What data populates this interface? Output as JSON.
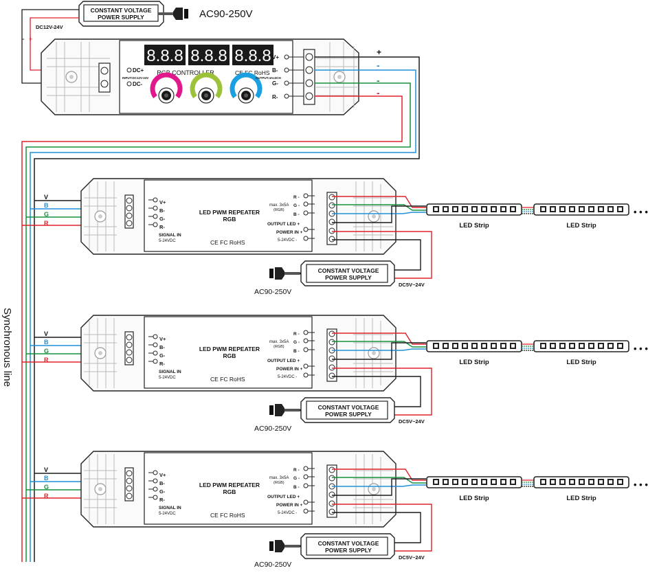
{
  "top": {
    "psu_line1": "CONSTANT VOLTAGE",
    "psu_line2": "POWER SUPPLY",
    "ac_label": "AC90-250V",
    "dc_label": "DC12V-24V",
    "minus": "-",
    "plus": "+"
  },
  "controller": {
    "title": "RGB CONTROLLER",
    "cert": "CE FC RoHS",
    "dc_plus": "DC+",
    "dc_minus": "DC-",
    "input_note": "INPUT:DC12V-24V",
    "output_note": "OUTPUT:4Ax3CH",
    "out_v": "V+",
    "out_b": "B-",
    "out_g": "G-",
    "out_r": "R-",
    "display_1": "8.8.8",
    "display_2": "8.8.8",
    "display_3": "8.8.8"
  },
  "bus": {
    "plus": "+",
    "minus1": "-",
    "minus2": "-",
    "minus3": "-"
  },
  "sync_label": "Synchronous line",
  "repeaters": [
    {
      "title1": "LED PWM REPEATER",
      "title2": "RGB",
      "cert": "CE FC RoHS",
      "in_v": "V+",
      "in_b": "B-",
      "in_g": "G-",
      "in_r": "R-",
      "signal_in": "SIGNAL IN",
      "signal_volt": "5-24VDC",
      "max": "max. 3x5A",
      "rgb_paren": "(RGB)",
      "out_r": "R -",
      "out_g": "G -",
      "out_b": "B -",
      "output_led": "OUTPUT LED +",
      "power_in": "POWER IN +",
      "power_volt": "5-24VDC -",
      "wire_v": "V",
      "wire_b": "B",
      "wire_g": "G",
      "wire_r": "R",
      "strip1": "LED Strip",
      "strip2": "LED Strip",
      "ellipsis": "• • •",
      "psu_line1": "CONSTANT VOLTAGE",
      "psu_line2": "POWER SUPPLY",
      "psu_dc": "DC5V~24V",
      "ac": "AC90-250V"
    },
    {
      "title1": "LED PWM REPEATER",
      "title2": "RGB",
      "cert": "CE FC RoHS",
      "in_v": "V+",
      "in_b": "B-",
      "in_g": "G-",
      "in_r": "R-",
      "signal_in": "SIGNAL IN",
      "signal_volt": "5-24VDC",
      "max": "max. 3x5A",
      "rgb_paren": "(RGB)",
      "out_r": "R -",
      "out_g": "G -",
      "out_b": "B -",
      "output_led": "OUTPUT LED +",
      "power_in": "POWER IN +",
      "power_volt": "5-24VDC -",
      "wire_v": "V",
      "wire_b": "B",
      "wire_g": "G",
      "wire_r": "R",
      "strip1": "LED Strip",
      "strip2": "LED Strip",
      "ellipsis": "• • •",
      "psu_line1": "CONSTANT VOLTAGE",
      "psu_line2": "POWER SUPPLY",
      "psu_dc": "DC5V~24V",
      "ac": "AC90-250V"
    },
    {
      "title1": "LED PWM REPEATER",
      "title2": "RGB",
      "cert": "CE FC RoHS",
      "in_v": "V+",
      "in_b": "B-",
      "in_g": "G-",
      "in_r": "R-",
      "signal_in": "SIGNAL IN",
      "signal_volt": "5-24VDC",
      "max": "max. 3x5A",
      "rgb_paren": "(RGB)",
      "out_r": "R -",
      "out_g": "G -",
      "out_b": "B -",
      "output_led": "OUTPUT LED +",
      "power_in": "POWER IN +",
      "power_volt": "5-24VDC -",
      "wire_v": "V",
      "wire_b": "B",
      "wire_g": "G",
      "wire_r": "R",
      "strip1": "LED Strip",
      "strip2": "LED Strip",
      "ellipsis": "• • •",
      "psu_line1": "CONSTANT VOLTAGE",
      "psu_line2": "POWER SUPPLY",
      "psu_dc": "DC5V~24V",
      "ac": "AC90-250V"
    }
  ],
  "colors": {
    "wire_black": "#1a1a1a",
    "wire_blue": "#1e90d8",
    "wire_green": "#14913b",
    "wire_red": "#e02028",
    "knob_red": "#e0188c",
    "knob_green": "#9cc23a",
    "knob_blue": "#1aa0e0",
    "display": "#1a1a1a"
  }
}
